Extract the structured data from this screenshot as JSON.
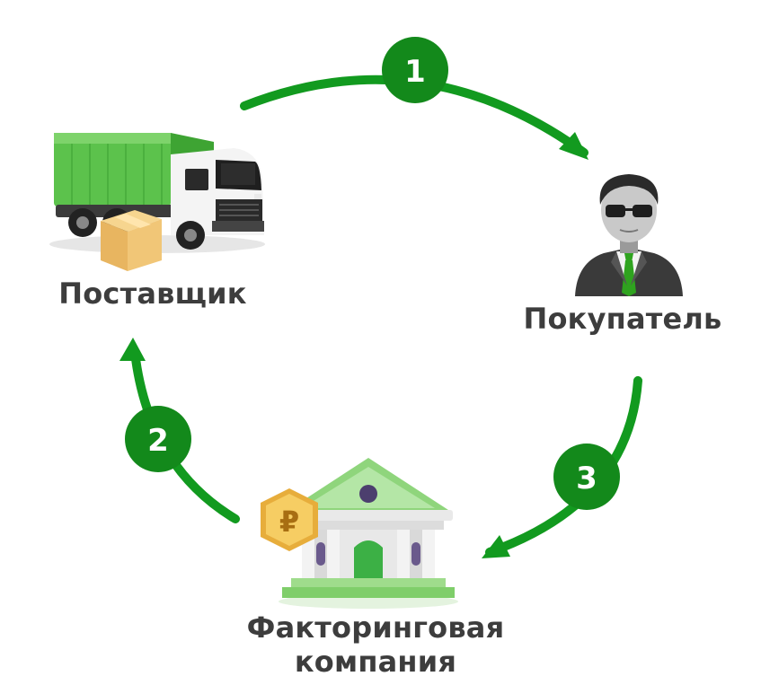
{
  "colors": {
    "arrow": "#129a1f",
    "badge": "#13891b",
    "badge_text": "#ffffff",
    "label_text": "#3d3d3d",
    "truck_cargo": "#5cc24c",
    "bank_roof": "#8fd57c",
    "coin": "#f2c45a"
  },
  "nodes": {
    "supplier": {
      "label": "Поставщик",
      "icon": "truck-icon"
    },
    "buyer": {
      "label": "Покупатель",
      "icon": "businessman-icon"
    },
    "factor": {
      "label_line1": "Факторинговая",
      "label_line2": "компания",
      "icon": "bank-icon",
      "badge_icon": "ruble-coin-icon",
      "badge_symbol": "₽"
    }
  },
  "steps": [
    {
      "number": "1",
      "from": "supplier",
      "to": "buyer"
    },
    {
      "number": "2",
      "from": "factor",
      "to": "supplier"
    },
    {
      "number": "3",
      "from": "buyer",
      "to": "factor"
    }
  ]
}
